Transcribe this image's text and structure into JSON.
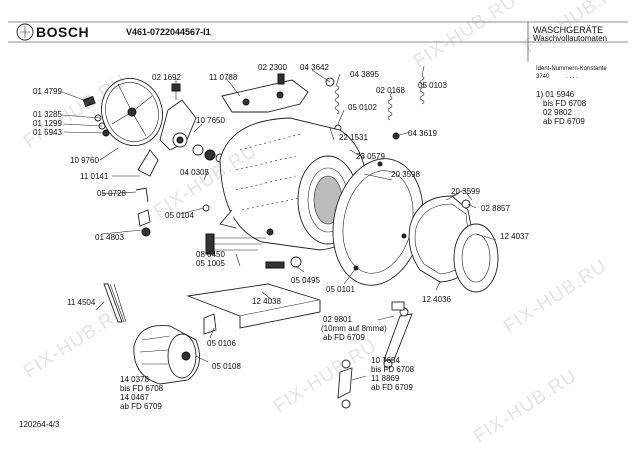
{
  "header": {
    "brand": "BOSCH",
    "model": "V461-0722044567-I1",
    "category_line1": "WASCHGERÄTE",
    "category_line2": "Waschvollautomaten",
    "ident_label": "Ident-Nummern-Konstante",
    "ident_value": "3740",
    "ident_dots": ". . . ."
  },
  "variant_note": [
    "1) 01 5946",
    "bis FD 6708",
    "02 9802",
    "ab FD 6709"
  ],
  "labels": {
    "p014799": "01 4799",
    "p013285": "01 3285",
    "p011299": "01 1299",
    "p015943": "01 5943",
    "p109760": "10 9760",
    "p021692": "02 1692",
    "p110788": "11 0788",
    "p022300": "02 2300",
    "p043642": "04 3642",
    "p043895": "04 3895",
    "p050103": "05 0103",
    "p020168": "02 0168",
    "p050102": "05 0102",
    "p107650": "10 7650",
    "p221531": "22 1531",
    "p043619": "04 3619",
    "p110141": "11 0141",
    "p040305": "04 0305",
    "p230579": "23 0579",
    "p203598": "20 3598",
    "p050728": "05 0728",
    "p050104": "05 0104",
    "p203599": "20 3599",
    "p028857": "02 8857",
    "p014803": "01 4803",
    "p124037": "12 4037",
    "p080450": "08 0450",
    "p051005": "05 1005",
    "p050495": "05 0495",
    "p050101": "05 0101",
    "p124036": "12 4036",
    "p114504": "11 4504",
    "p124038": "12 4038",
    "p029801": "02 9801",
    "note_10mm": "(10mm auf 8mmø)",
    "ab_fd6709_a": "ab FD 6709",
    "p050106": "05 0106",
    "p107654": "10 7654",
    "bis_fd6708_a": "bis FD 6708",
    "p118869": "11 8869",
    "ab_fd6709_b": "ab FD 6709",
    "p050108": "05 0108",
    "p140378": "14 0378",
    "bis_fd6708_b": "bis FD 6708",
    "p140467": "14 0467",
    "ab_fd6709_c": "ab FD 6709",
    "sheet_ref": "120264-4/3"
  },
  "watermark": "FIX-HUB.RU"
}
